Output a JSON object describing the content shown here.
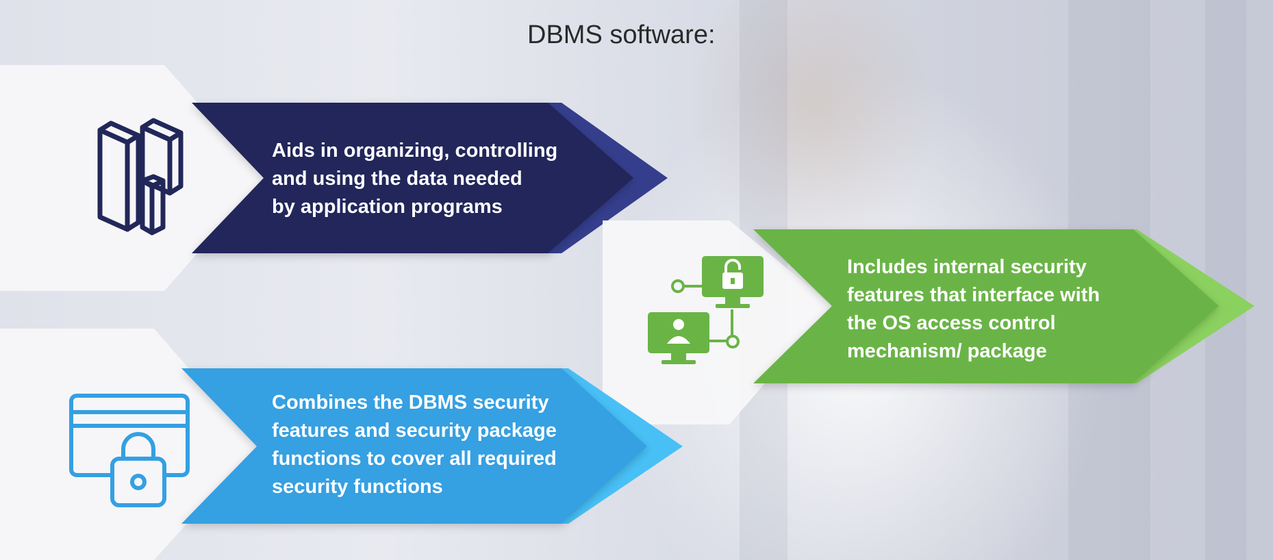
{
  "title": "DBMS software:",
  "cards": [
    {
      "text": "Aids in organizing, controlling\nand using the data needed\nby application programs",
      "color": "#22275a",
      "icon": "server-blocks-icon"
    },
    {
      "text": "Includes internal security\n features that interface with\nthe OS access control\nmechanism/ package",
      "color": "#6ab446",
      "icon": "network-computers-lock-icon"
    },
    {
      "text": "Combines the DBMS security\nfeatures and security package\nfunctions to cover all required\nsecurity functions",
      "color": "#34a0e2",
      "icon": "card-lock-icon"
    }
  ]
}
